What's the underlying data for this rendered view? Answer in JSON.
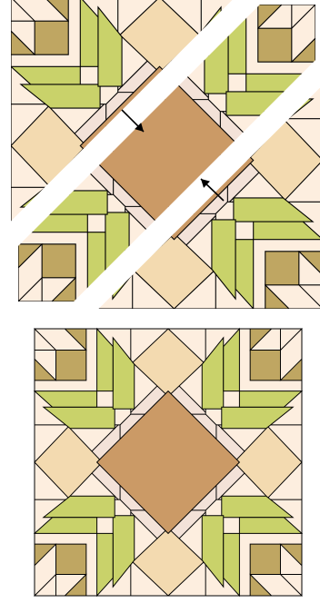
{
  "diagram": {
    "kind": "quilt-block-assembly",
    "panels": [
      "exploded-view",
      "finished-block"
    ],
    "arrow_count": 2,
    "colors": {
      "cream": "#FDEEDF",
      "light_pink": "#F3E2D8",
      "tan": "#F3DAB0",
      "green": "#C9D26A",
      "gold": "#BFA662",
      "center": "#CB9A66",
      "outline": "#000000"
    }
  }
}
